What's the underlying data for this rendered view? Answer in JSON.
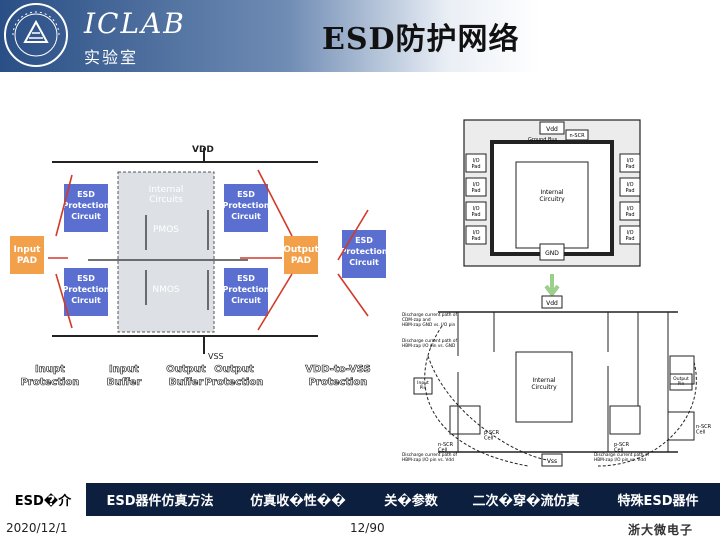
{
  "header": {
    "logo_main": "ICLAB",
    "logo_sub": "实验室",
    "title": "ESD防护网络"
  },
  "left_figure": {
    "vdd": "VDD",
    "vss": "VSS",
    "internal": "Internal\nCircuits",
    "pmos": "PMOS",
    "nmos": "NMOS",
    "esd_box": "ESD\nProtection\nCircuit",
    "input_pad": "Input\nPAD",
    "output_pad": "Output\nPAD",
    "labels": [
      "Inupt\nProtection",
      "Input\nBuffer",
      "Output\nBuffer",
      "Output\nProtection",
      "VDD-to-VSS\nProtection"
    ]
  },
  "right_figure": {
    "vdd_top": "Vdd",
    "nscr_top": "n-SCR",
    "ground_bus": "Ground Bus",
    "internal": "Internal\nCircuitry",
    "gnd": "GND",
    "pads_left": [
      "I/O\nPad",
      "I/O\nPad",
      "I/O\nPad",
      "I/O\nPad"
    ],
    "pads_right": [
      "I/O\nPad",
      "I/O\nPad",
      "I/O\nPad",
      "I/O\nPad"
    ],
    "vdd_bottom": "Vdd",
    "vss_bottom": "Vss",
    "input_pin": "Input\nPin",
    "output_pin": "Output\nPin",
    "internal_bottom": "Internal\nCircuitry",
    "pscr_cell": "p-SCR\nCell",
    "nscr_cell_left": "n-SCR\nCell",
    "nscr_cell_right": "n-SCR\nCell",
    "pscr_cell_right": "p-SCR\nCell",
    "discharge1": "Discharge current path of\nCDM-zap and\nHBM-zap GND vs. I/O pin",
    "discharge2": "Discharge current path of\nHBM-zap I/O pin vs. GND",
    "discharge3": "Discharge current path of\nHBM-zap I/O pin vs. Vdd",
    "discharge4": "Discharge current path of\nHBM-zap I/O pin vs. Vdd"
  },
  "nav": {
    "tabs": [
      "ESD�介",
      "ESD器件仿真方法",
      "仿真收�性��",
      "关�参数",
      "二次�穿�流仿真",
      "特殊ESD器件"
    ],
    "active": 0
  },
  "footer": {
    "date": "2020/12/1",
    "page": "12/90",
    "brand": "浙大微电子"
  },
  "colors": {
    "header_blue": "#2a4f86",
    "nav_bg": "#0d1f3f",
    "esd_box_fill": "#5a6fd0",
    "esd_box_text": "#ffffff",
    "pad_fill": "#f2a04a",
    "arrow_red": "#d23a2a",
    "label_color": "#ffffff"
  }
}
